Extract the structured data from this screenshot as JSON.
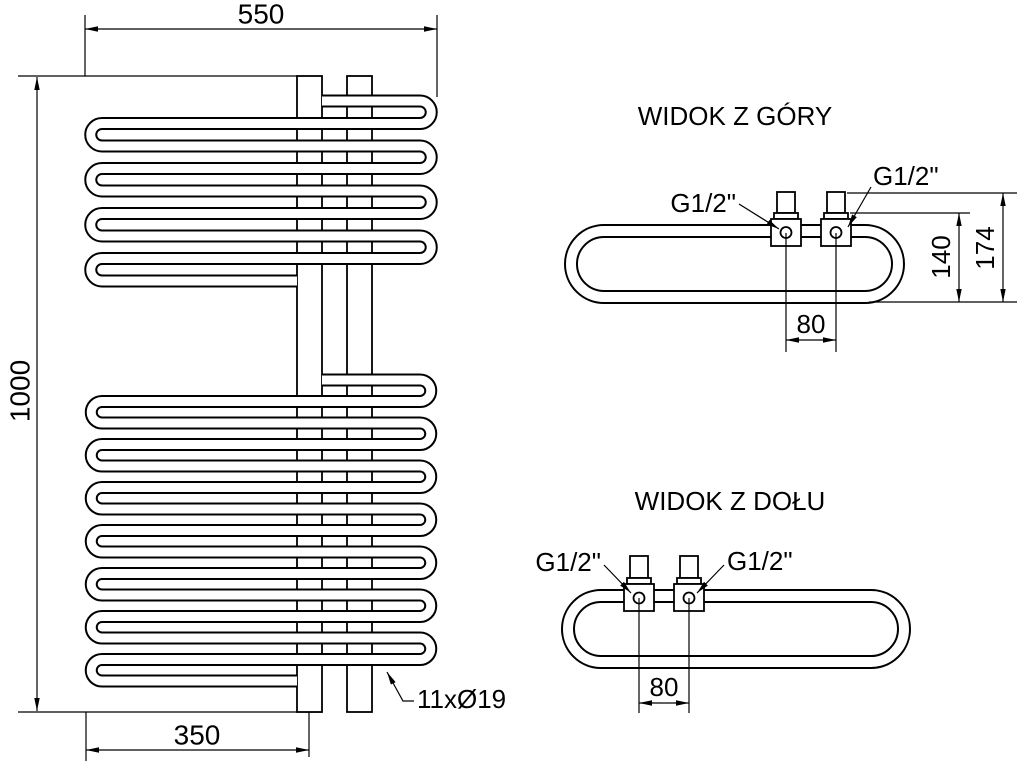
{
  "drawing": {
    "style": {
      "line_color": "#000000",
      "background_color": "#ffffff"
    },
    "front_view": {
      "dim_width": "550",
      "dim_height": "1000",
      "dim_bottom_offset": "350",
      "tube_count_label": "11xØ19"
    },
    "top_view": {
      "title": "WIDOK Z GÓRY",
      "thread_left": "G1/2\"",
      "thread_right": "G1/2\"",
      "dim_valve_depth": "140",
      "dim_total_depth": "174",
      "dim_valve_spacing": "80"
    },
    "bottom_view": {
      "title": "WIDOK Z DOŁU",
      "thread_left": "G1/2\"",
      "thread_right": "G1/2\"",
      "dim_valve_spacing": "80"
    }
  }
}
